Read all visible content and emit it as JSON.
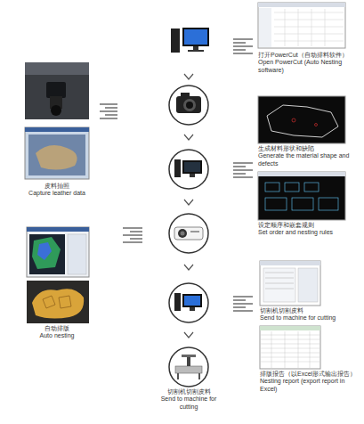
{
  "diagram": {
    "nodes": [
      {
        "text": [
          "打开PowerCut（自动排料软件）",
          "Open PowerCut (Auto Nesting software)"
        ]
      },
      {
        "text": [
          "皮料拍照",
          "Capture leather data"
        ]
      },
      {
        "text": [
          "生成材料形状和缺陷",
          "Generate the material shape and defects"
        ]
      },
      {
        "text": [
          "设定顺序和嵌套规则",
          "Set order and nesting rules"
        ]
      },
      {
        "text": [
          "自动排版",
          "Auto nesting"
        ]
      },
      {
        "text": [
          "切割机切割皮料",
          "Send to machine for cutting"
        ]
      },
      {
        "text": [
          "排版报告（以Excel形式输出报告）",
          "Nesting report (export report in Excel)"
        ]
      },
      {
        "text": [
          "切割机切割皮料",
          "Send to machine for cutting"
        ]
      }
    ]
  }
}
